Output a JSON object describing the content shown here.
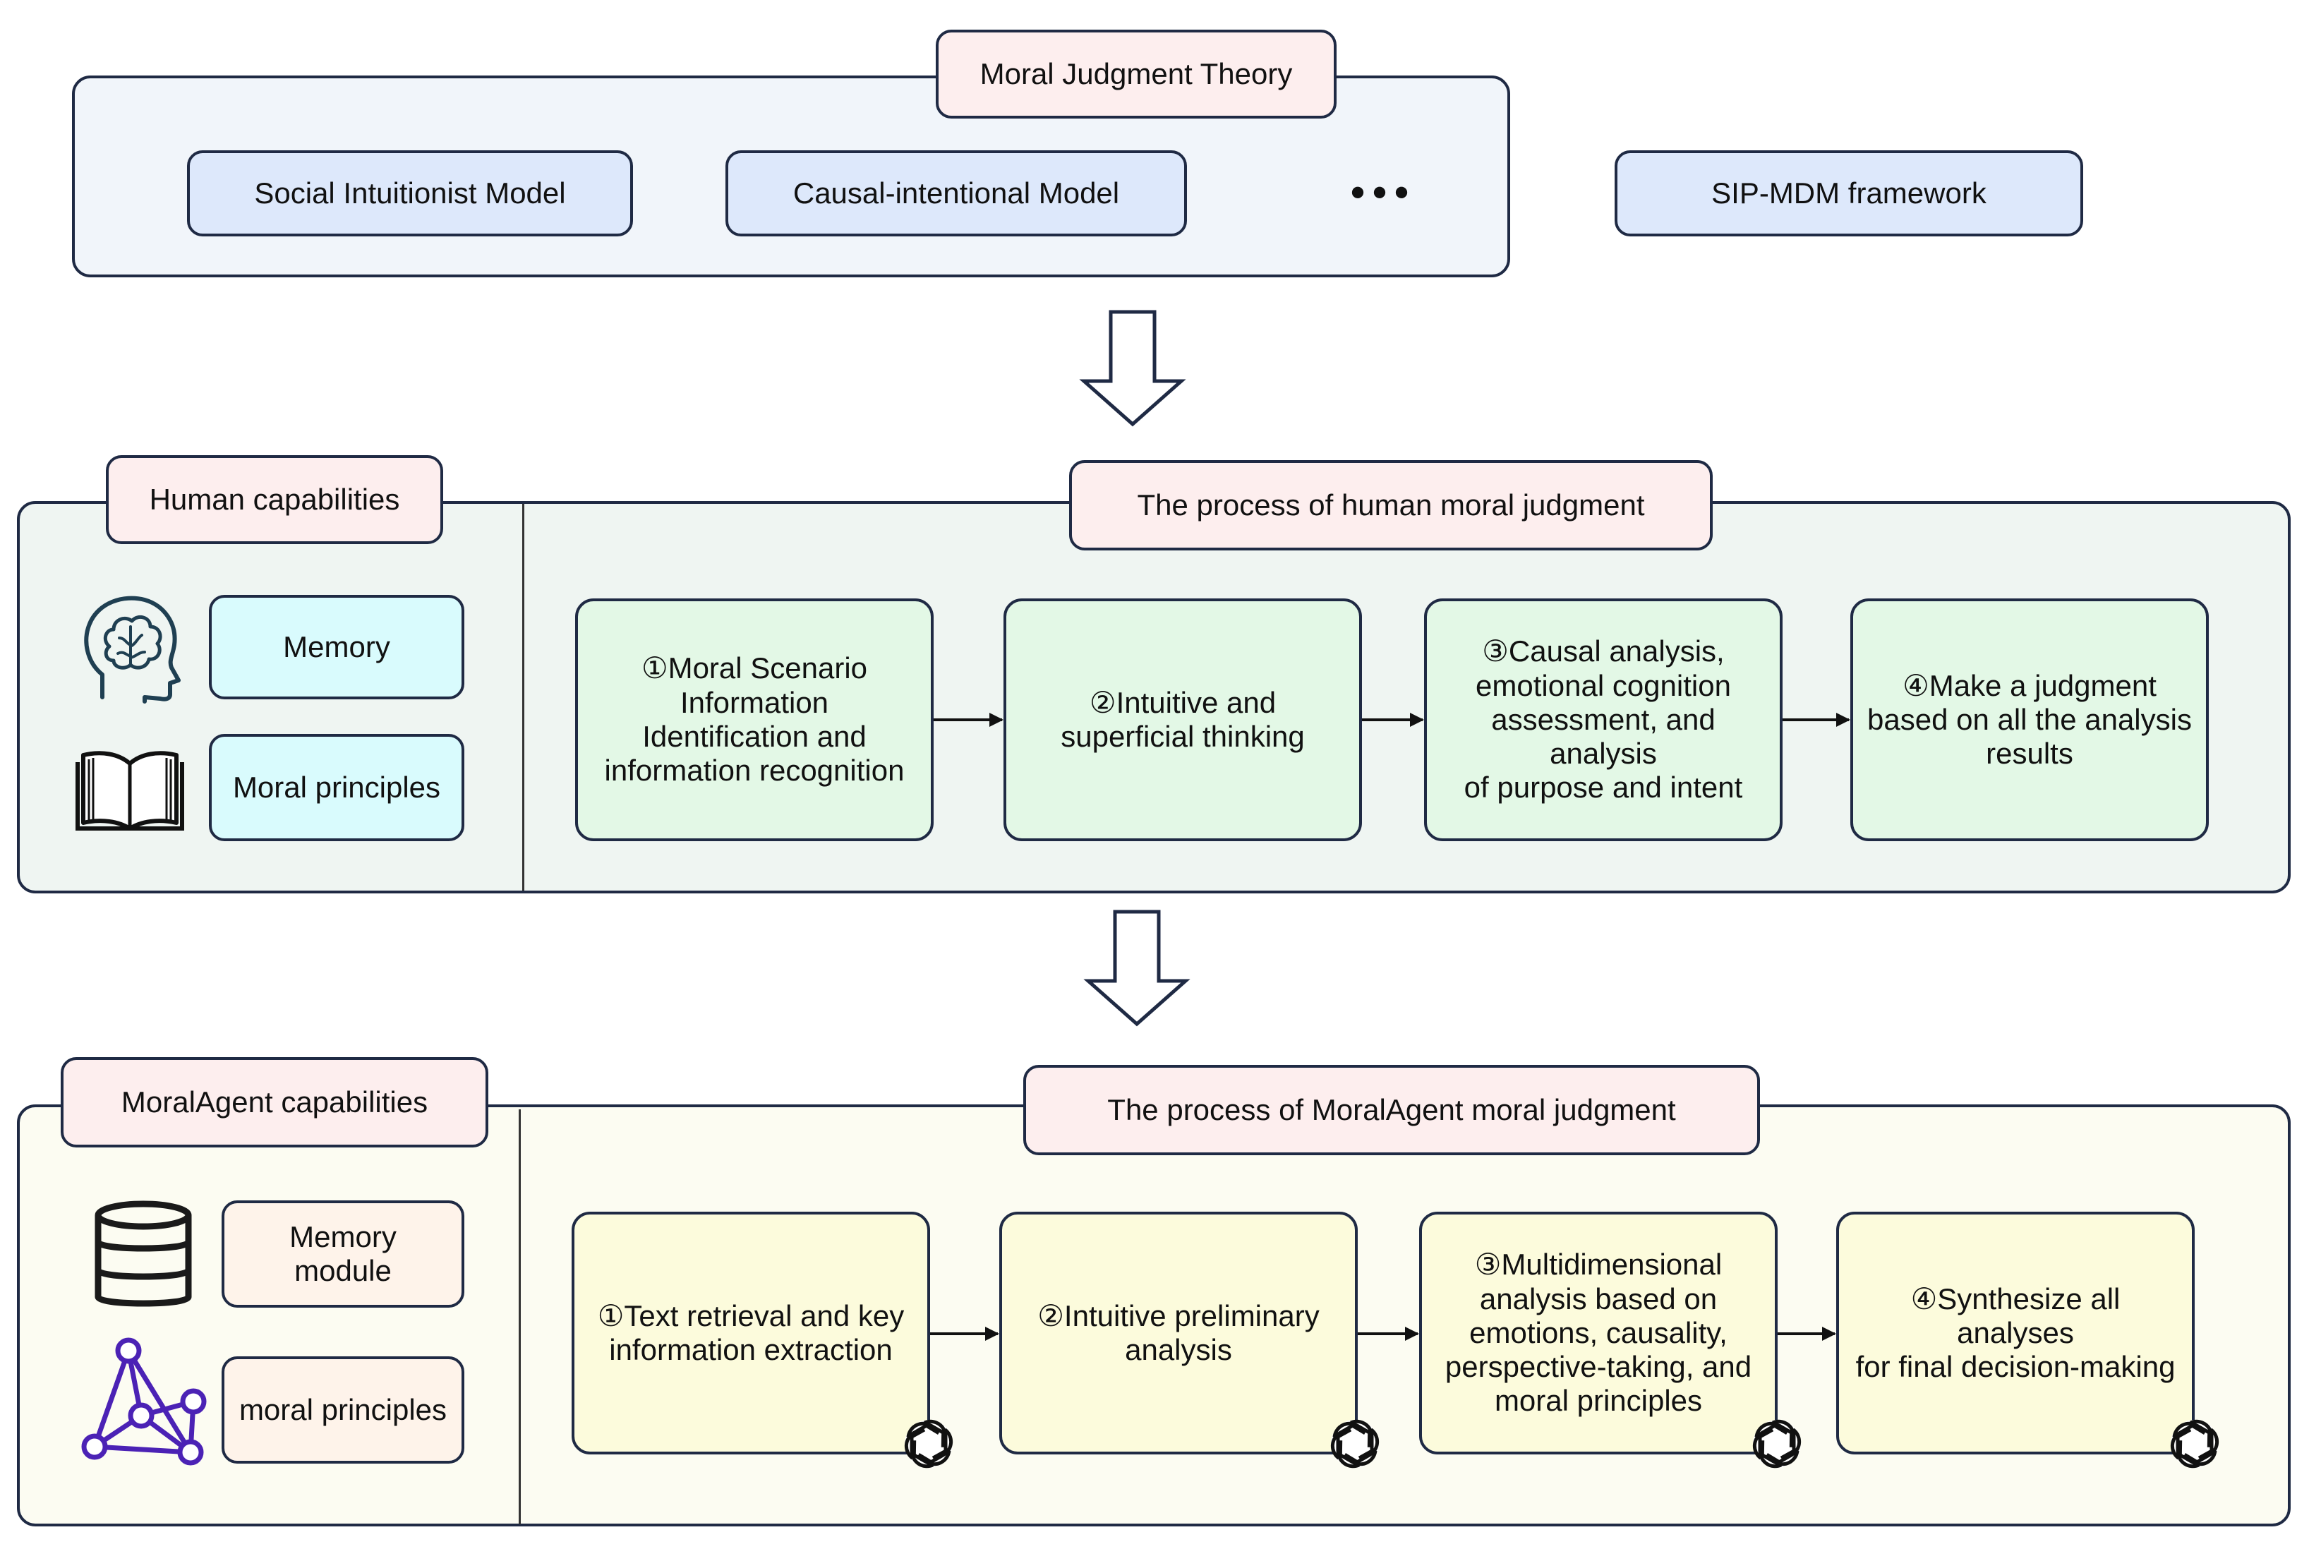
{
  "theory": {
    "title": "Moral Judgment Theory",
    "models": [
      "Social Intuitionist Model",
      "Causal-intentional Model",
      "SIP-MDM framework"
    ],
    "ellipsis": "•••"
  },
  "human": {
    "capabilities_title": "Human capabilities",
    "capabilities": [
      "Memory",
      "Moral principles"
    ],
    "process_title": "The process of human moral judgment",
    "steps": [
      "①Moral Scenario\nInformation\nIdentification and\ninformation recognition",
      "②Intuitive and\nsuperficial thinking",
      "③Causal analysis,\nemotional cognition\nassessment, and analysis\nof purpose and intent",
      "④Make a judgment\nbased on all the analysis\nresults"
    ]
  },
  "agent": {
    "capabilities_title": "MoralAgent capabilities",
    "capabilities": [
      "Memory\nmodule",
      "moral principles"
    ],
    "process_title": "The process of MoralAgent moral judgment",
    "steps": [
      "①Text retrieval and key\ninformation extraction",
      "②Intuitive preliminary\nanalysis",
      "③Multidimensional\nanalysis based on\nemotions, causality,\nperspective-taking, and\nmoral principles",
      "④Synthesize all analyses\nfor final decision-making"
    ]
  },
  "icons": {
    "brain": "brain-head-icon",
    "book": "open-book-icon",
    "database": "database-icon",
    "graph": "knowledge-graph-icon",
    "llm": "openai-logo-icon"
  },
  "colors": {
    "border": "#1f2a44",
    "tag_bg": "#fdeeee",
    "model_bg": "#dde8fb",
    "theory_panel_bg": "#f1f5fa",
    "human_panel_bg": "#eff5f2",
    "agent_panel_bg": "#fcfcf2",
    "human_step_bg": "#e3f8e6",
    "agent_step_bg": "#fcfbdc",
    "human_cap_bg": "#d9fbfd",
    "agent_cap_bg": "#fef3ea",
    "graph_purple": "#4b22b5"
  }
}
